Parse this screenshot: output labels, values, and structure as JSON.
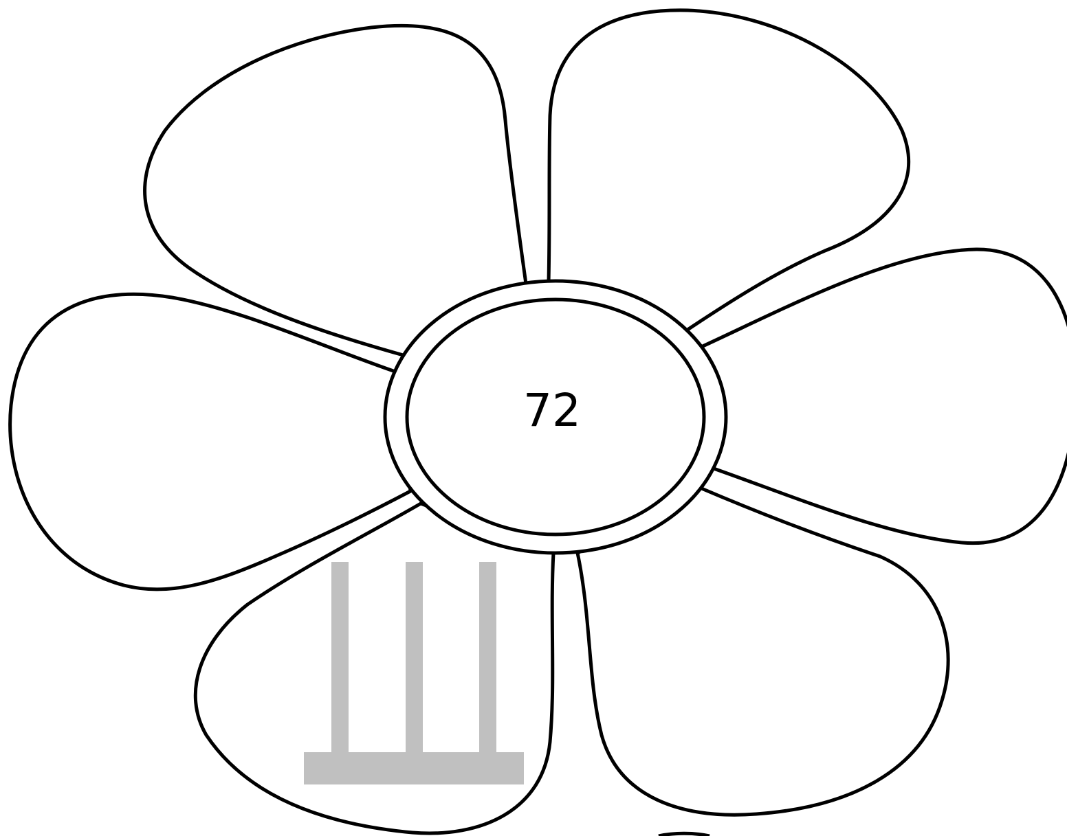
{
  "center": {
    "number": "72"
  },
  "petals": [
    "upper-left",
    "upper-right",
    "right",
    "lower-right",
    "lower-left",
    "left"
  ],
  "place_value_model": {
    "tens_rods": 3,
    "ones_units": 0
  },
  "colors": {
    "outline": "#000000",
    "background": "#ffffff",
    "model_fill": "#c0c0c0"
  }
}
